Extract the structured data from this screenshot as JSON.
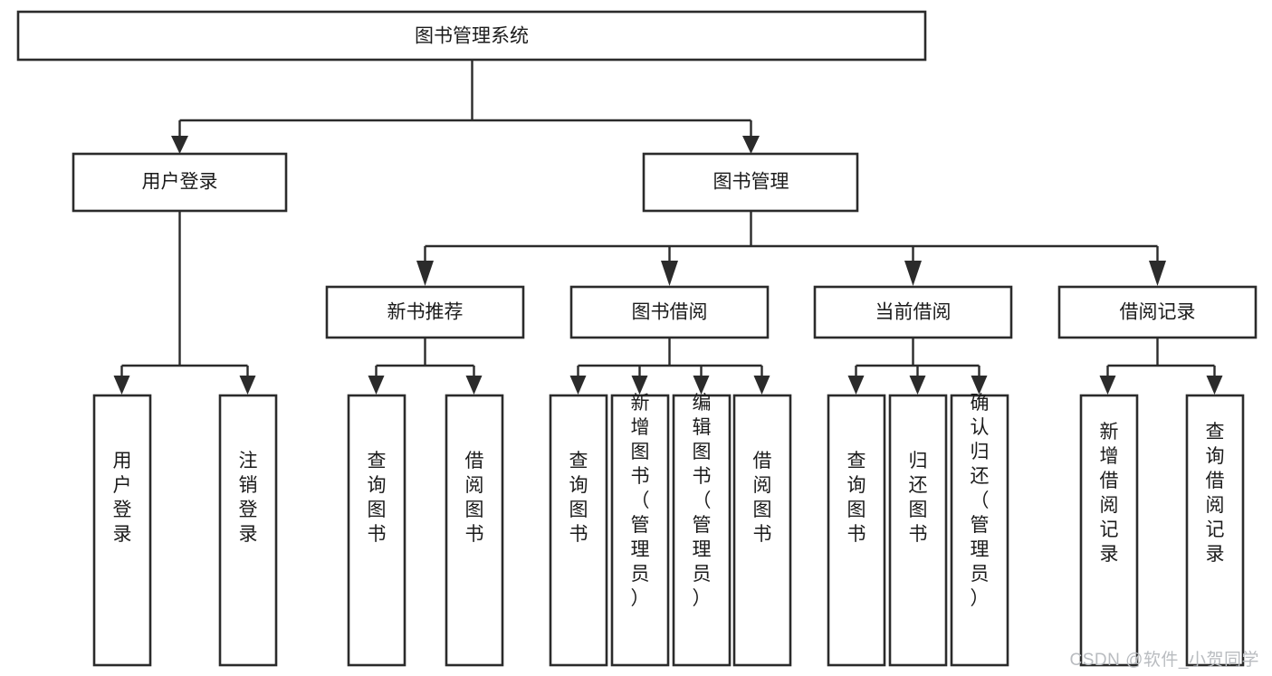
{
  "diagram": {
    "title_node": {
      "label": "图书管理系统"
    },
    "level2": [
      {
        "id": "user-login",
        "label": "用户登录"
      },
      {
        "id": "book-manage",
        "label": "图书管理"
      }
    ],
    "level3": [
      {
        "id": "new-book-recommend",
        "label": "新书推荐"
      },
      {
        "id": "book-borrow",
        "label": "图书借阅"
      },
      {
        "id": "current-borrow",
        "label": "当前借阅"
      },
      {
        "id": "borrow-record",
        "label": "借阅记录"
      }
    ],
    "leaves": {
      "user_login": [
        {
          "id": "leaf-user-login",
          "label": "用户登录"
        },
        {
          "id": "leaf-logout-login",
          "label": "注销登录"
        }
      ],
      "new_book_recommend": [
        {
          "id": "leaf-query-book-1",
          "label": "查询图书"
        },
        {
          "id": "leaf-borrow-book-1",
          "label": "借阅图书"
        }
      ],
      "book_borrow": [
        {
          "id": "leaf-query-book-2",
          "label": "查询图书"
        },
        {
          "id": "leaf-add-book",
          "label": "新增图书（管理员）"
        },
        {
          "id": "leaf-edit-book",
          "label": "编辑图书（管理员）"
        },
        {
          "id": "leaf-borrow-book-2",
          "label": "借阅图书"
        }
      ],
      "current_borrow": [
        {
          "id": "leaf-query-book-3",
          "label": "查询图书"
        },
        {
          "id": "leaf-return-book",
          "label": "归还图书"
        },
        {
          "id": "leaf-confirm-return",
          "label": "确认归还（管理员）"
        }
      ],
      "borrow_record": [
        {
          "id": "leaf-add-record",
          "label": "新增借阅记录"
        },
        {
          "id": "leaf-query-record",
          "label": "查询借阅记录"
        }
      ]
    },
    "watermark": {
      "text": "CSDN @软件_小贺同学"
    },
    "colors": {
      "stroke": "#2b2b2b",
      "fill": "#ffffff",
      "text": "#1b1b1b",
      "watermark": "#b9bcc0"
    }
  }
}
